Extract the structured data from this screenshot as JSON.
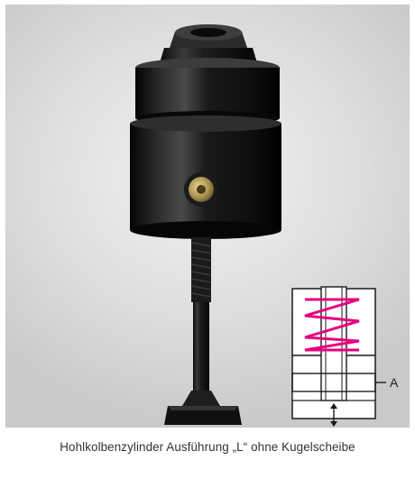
{
  "caption": "Hohlkolbenzylinder Ausführung „L“ ohne Kugelscheibe",
  "schematic": {
    "port_label": "A"
  },
  "colors": {
    "spring": "#e6007e",
    "cylinder_body": "#151515",
    "background": "#dcdcdc"
  },
  "icons": {
    "flow_arrow": "double-arrow-vertical"
  }
}
